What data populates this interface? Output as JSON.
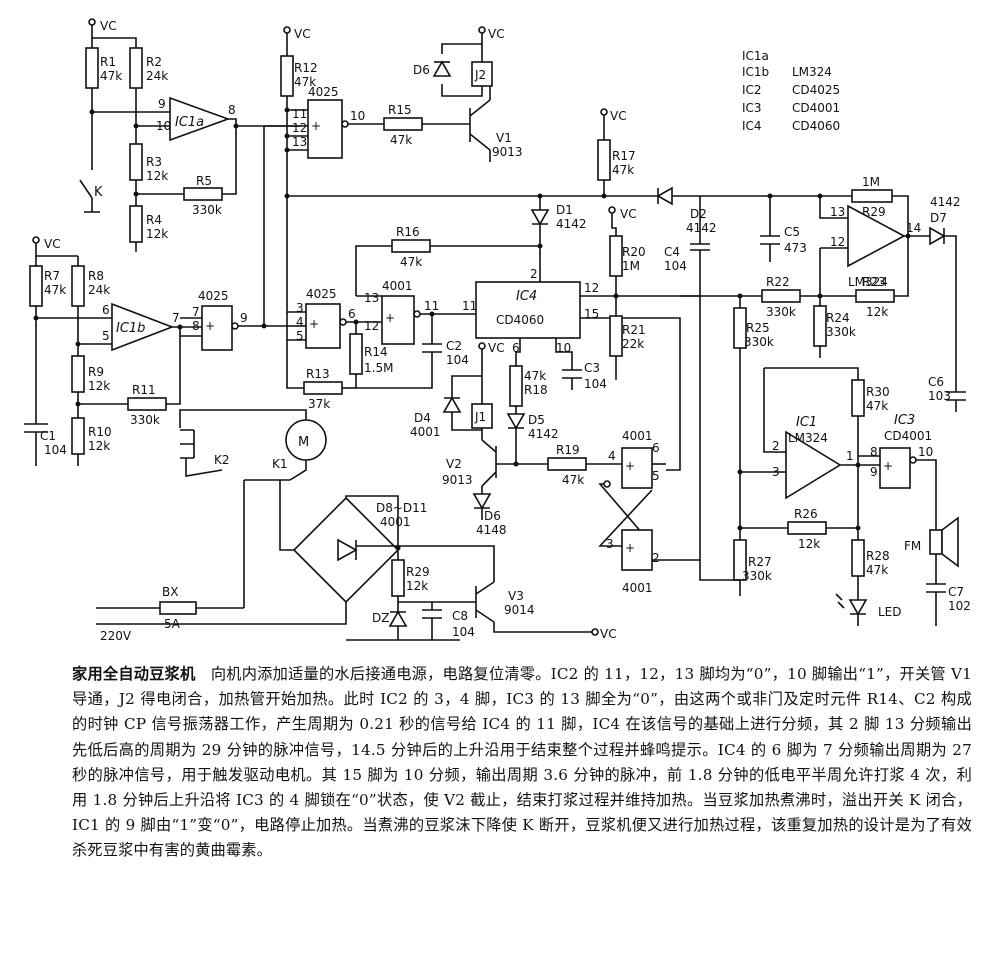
{
  "labels": {
    "vc": "VC",
    "r1": "R1",
    "r1v": "47k",
    "r2": "R2",
    "r2v": "24k",
    "r3": "R3",
    "r3v": "12k",
    "r4": "R4",
    "r4v": "12k",
    "r5": "R5",
    "r5v": "330k",
    "r7": "R7",
    "r7v": "47k",
    "r8": "R8",
    "r8v": "24k",
    "r9": "R9",
    "r9v": "12k",
    "r10": "R10",
    "r10v": "12k",
    "r11": "R11",
    "r11v": "330k",
    "r12": "R12",
    "r12v": "47k",
    "r13": "R13",
    "r13v": "37k",
    "r14": "R14",
    "r14v": "1.5M",
    "r15": "R15",
    "r15v": "47k",
    "r16": "R16",
    "r16v": "47k",
    "r17": "R17",
    "r17v": "47k",
    "r18": "R18",
    "r18v": "47k",
    "r19": "R19",
    "r19v": "47k",
    "r20": "R20",
    "r20v": "1M",
    "r21": "R21",
    "r21v": "22k",
    "r22": "R22",
    "r22v": "330k",
    "r23": "R23",
    "r23v": "12k",
    "r24": "R24",
    "r24v": "330k",
    "r25": "R25",
    "r25v": "330k",
    "r26": "R26",
    "r26v": "12k",
    "r27": "R27",
    "r27v": "330k",
    "r28": "R28",
    "r28v": "47k",
    "r29a": "R29",
    "r29av": "1M",
    "r29b": "R29",
    "r29bv": "12k",
    "r30": "R30",
    "r30v": "47k",
    "c1": "C1",
    "c1v": "104",
    "c2": "C2",
    "c2v": "104",
    "c3": "C3",
    "c3v": "104",
    "c4": "C4",
    "c4v": "104",
    "c5": "C5",
    "c5v": "473",
    "c6": "C6",
    "c6v": "103",
    "c7": "C7",
    "c7v": "102",
    "c8": "C8",
    "c8v": "104",
    "ic1a": "IC1a",
    "ic1b": "IC1b",
    "ic1": "IC1",
    "lm324": "LM324",
    "lm324b": "LM324",
    "ic4": "IC4",
    "cd4060": "CD4060",
    "ic3": "IC3",
    "cd4001": "CD4001",
    "g4025a": "4025",
    "g4025b": "4025",
    "g4025c": "4025",
    "g4001a": "4001",
    "g4001b": "4001",
    "g4001c": "4001",
    "d1": "D1",
    "d1v": "4142",
    "d2": "D2",
    "d2v": "4142",
    "d4": "D4",
    "d4v": "4001",
    "d5": "D5",
    "d5v": "4142",
    "d6a": "D6",
    "d6b": "D6",
    "d6bv": "4148",
    "d7": "D7",
    "d7v": "4142",
    "d811": "D8~D11",
    "d811v": "4001",
    "dz": "DZ",
    "j1": "J1",
    "j2": "J2",
    "v1": "V1",
    "v1v": "9013",
    "v2": "V2",
    "v2v": "9013",
    "v3": "V3",
    "v3v": "9014",
    "k": "K",
    "k1": "K1",
    "k2": "K2",
    "motor": "M",
    "bx": "BX",
    "bxv": "5A",
    "ac": "220V",
    "fm": "FM",
    "led": "LED",
    "ic_table": [
      {
        "name": "IC1a",
        "type": ""
      },
      {
        "name": "IC1b",
        "type": "LM324"
      },
      {
        "name": "IC2",
        "type": "CD4025"
      },
      {
        "name": "IC3",
        "type": "CD4001"
      },
      {
        "name": "IC4",
        "type": "CD4060"
      }
    ]
  },
  "description": {
    "title": "家用全自动豆浆机",
    "body": "向机内添加适量的水后接通电源，电路复位清零。IC2 的 11，12，13 脚均为“0”，10 脚输出“1”，开关管 V1 导通，J2 得电闭合，加热管开始加热。此时 IC2 的 3，4 脚，IC3 的 13 脚全为“0”，由这两个或非门及定时元件 R14、C2 构成的时钟 CP 信号振荡器工作，产生周期为 0.21 秒的信号给 IC4 的 11 脚，IC4 在该信号的基础上进行分频，其 2 脚 13 分频输出先低后高的周期为 29 分钟的脉冲信号，14.5 分钟后的上升沿用于结束整个过程并蜂鸣提示。IC4 的 6 脚为 7 分频输出周期为 27 秒的脉冲信号，用于触发驱动电机。其 15 脚为 10 分频，输出周期 3.6 分钟的脉冲，前 1.8 分钟的低电平半周允许打浆 4 次，利用 1.8 分钟后上升沿将 IC3 的 4 脚锁在“0”状态，使 V2 截止，结束打浆过程并维持加热。当豆浆加热煮沸时，溢出开关 K 闭合，IC1 的 9 脚由“1”变“0”，电路停止加热。当煮沸的豆浆沫下降使 K 断开，豆浆机便又进行加热过程，该重复加热的设计是为了有效杀死豆浆中有害的黄曲霉素。"
  }
}
